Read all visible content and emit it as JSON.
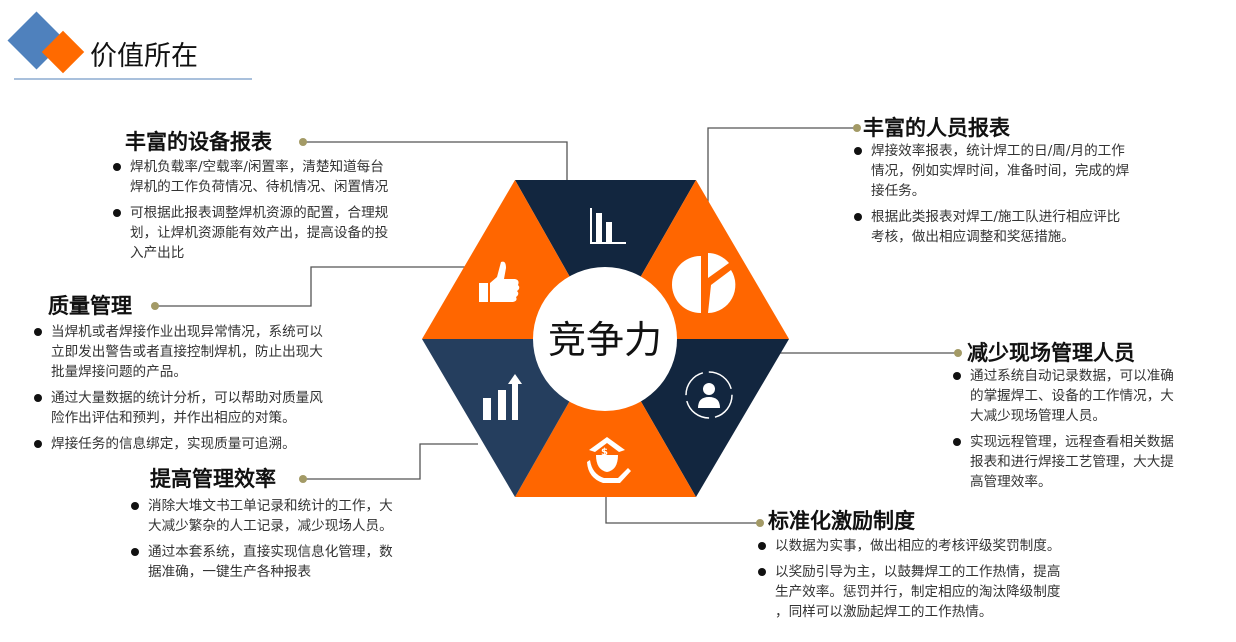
{
  "header": {
    "title": "价值所在",
    "colors": {
      "blue": "#4f81bd",
      "orange": "#ff6a00",
      "rule": "#a9c0dc"
    }
  },
  "center": {
    "label": "竞争力"
  },
  "hex_colors": {
    "navy": "#12263f",
    "slate": "#253e5e",
    "orange": "#ff6600",
    "dot": "#a39a66"
  },
  "segments": [
    {
      "icon": "bar-chart-icon"
    },
    {
      "icon": "pie-chart-icon"
    },
    {
      "icon": "user-cycle-icon"
    },
    {
      "icon": "money-hand-icon"
    },
    {
      "icon": "growth-chart-icon"
    },
    {
      "icon": "thumbs-up-icon"
    }
  ],
  "sections": [
    {
      "id": "device-report",
      "title": "丰富的设备报表",
      "bullets": [
        [
          "焊机负载率/空载率/闲置率，清楚知道每台",
          "焊机的工作负荷情况、待机情况、闲置情况"
        ],
        [
          "可根据此报表调整焊机资源的配置，合理规",
          "划，让焊机资源能有效产出，提高设备的投",
          "入产出比"
        ]
      ]
    },
    {
      "id": "quality",
      "title": "质量管理",
      "bullets": [
        [
          "当焊机或者焊接作业出现异常情况，系统可以",
          "立即发出警告或者直接控制焊机，防止出现大",
          "批量焊接问题的产品。"
        ],
        [
          "通过大量数据的统计分析，可以帮助对质量风",
          "险作出评估和预判，并作出相应的对策。"
        ],
        [
          "焊接任务的信息绑定，实现质量可追溯。"
        ]
      ]
    },
    {
      "id": "efficiency",
      "title": "提高管理效率",
      "bullets": [
        [
          "消除大堆文书工单记录和统计的工作，大",
          "大减少繁杂的人工记录，减少现场人员。"
        ],
        [
          "通过本套系统，直接实现信息化管理，数",
          "据准确，一键生产各种报表"
        ]
      ]
    },
    {
      "id": "personnel-report",
      "title": "丰富的人员报表",
      "bullets": [
        [
          "焊接效率报表，统计焊工的日/周/月的工作",
          "情况，例如实焊时间，准备时间，完成的焊",
          "接任务。"
        ],
        [
          "根据此类报表对焊工/施工队进行相应评比",
          "考核，做出相应调整和奖惩措施。"
        ]
      ]
    },
    {
      "id": "reduce-staff",
      "title": "减少现场管理人员",
      "bullets": [
        [
          "通过系统自动记录数据，可以准确",
          "的掌握焊工、设备的工作情况，大",
          "大减少现场管理人员。"
        ],
        [
          "实现远程管理，远程查看相关数据",
          "报表和进行焊接工艺管理，大大提",
          "高管理效率。"
        ]
      ]
    },
    {
      "id": "incentive",
      "title": "标准化激励制度",
      "bullets": [
        [
          "以数据为实事，做出相应的考核评级奖罚制度。"
        ],
        [
          "以奖励引导为主，以鼓舞焊工的工作热情，提高",
          "生产效率。惩罚并行，制定相应的淘汰降级制度",
          "，同样可以激励起焊工的工作热情。"
        ]
      ]
    }
  ]
}
